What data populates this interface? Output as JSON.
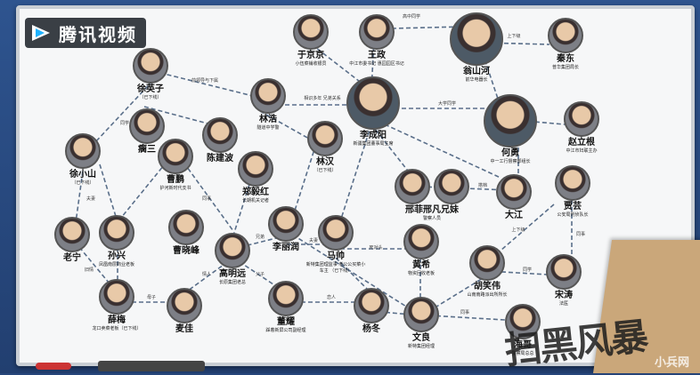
{
  "brand": {
    "logo_text": "腾讯视频"
  },
  "nodes": [
    {
      "name": "于京京",
      "role": "小伍菜铺收银员"
    },
    {
      "name": "王政",
      "role": "中江市委书记 惠园园区书记"
    },
    {
      "name": "翁山河",
      "role": "前华电器长"
    },
    {
      "name": "秦东",
      "role": "普华集团局长"
    },
    {
      "name": "徐英子",
      "role": "（已下线）"
    },
    {
      "name": "林浩",
      "role": "隧道中学警"
    },
    {
      "name": "李成阳",
      "role": "新疆集团董事局主席"
    },
    {
      "name": "何勇",
      "role": "中一工行督察部组长"
    },
    {
      "name": "赵立根",
      "role": "中江市妇联主办"
    },
    {
      "name": "瘸三",
      "role": ""
    },
    {
      "name": "陈建波",
      "role": ""
    },
    {
      "name": "林汉",
      "role": "（已下线）"
    },
    {
      "name": "徐小山",
      "role": "（已下线）"
    },
    {
      "name": "曹鹏",
      "role": "护河新时代支书"
    },
    {
      "name": "郑毅红",
      "role": "长期机关记者"
    },
    {
      "name": "邢菲邢凡兄妹",
      "role": "警察人员"
    },
    {
      "name": "大江",
      "role": ""
    },
    {
      "name": "贾芸",
      "role": "公安局刑侦队长"
    },
    {
      "name": "老宁",
      "role": ""
    },
    {
      "name": "孙兴",
      "role": "凤凰南层商业老板"
    },
    {
      "name": "曹晓峰",
      "role": ""
    },
    {
      "name": "高明远",
      "role": "长原集团老总"
    },
    {
      "name": "李丽润",
      "role": ""
    },
    {
      "name": "马帅",
      "role": "新特集团理监事 老公公买菜小车主 （已下线）"
    },
    {
      "name": "黄希",
      "role": "物资回收老板"
    },
    {
      "name": "胡笑伟",
      "role": "山南南路派出所所长"
    },
    {
      "name": "宋涛",
      "role": "法医"
    },
    {
      "name": "薛梅",
      "role": "龙口卖菜老板（已下线）"
    },
    {
      "name": "麦佳",
      "role": ""
    },
    {
      "name": "董耀",
      "role": "踩着新屏公司副经理"
    },
    {
      "name": "杨冬",
      "role": ""
    },
    {
      "name": "文良",
      "role": "新特集团经理"
    },
    {
      "name": "海哥",
      "role": "警察局总总"
    }
  ],
  "edges": [
    {
      "label": "高中同学"
    },
    {
      "label": "前领导与下属"
    },
    {
      "label": "相识多年 兄弟关系"
    },
    {
      "label": "大学同学"
    },
    {
      "label": "上下级"
    },
    {
      "label": "夫妻"
    },
    {
      "label": "父子"
    },
    {
      "label": "母子"
    },
    {
      "label": "同事"
    },
    {
      "label": "情人"
    },
    {
      "label": "旧情"
    },
    {
      "label": "兄弟"
    },
    {
      "label": "同学"
    },
    {
      "label": "搭档"
    },
    {
      "label": "死对头"
    },
    {
      "label": "恋人"
    }
  ],
  "show_title": "扫黑风暴",
  "watermark": "小兵网"
}
